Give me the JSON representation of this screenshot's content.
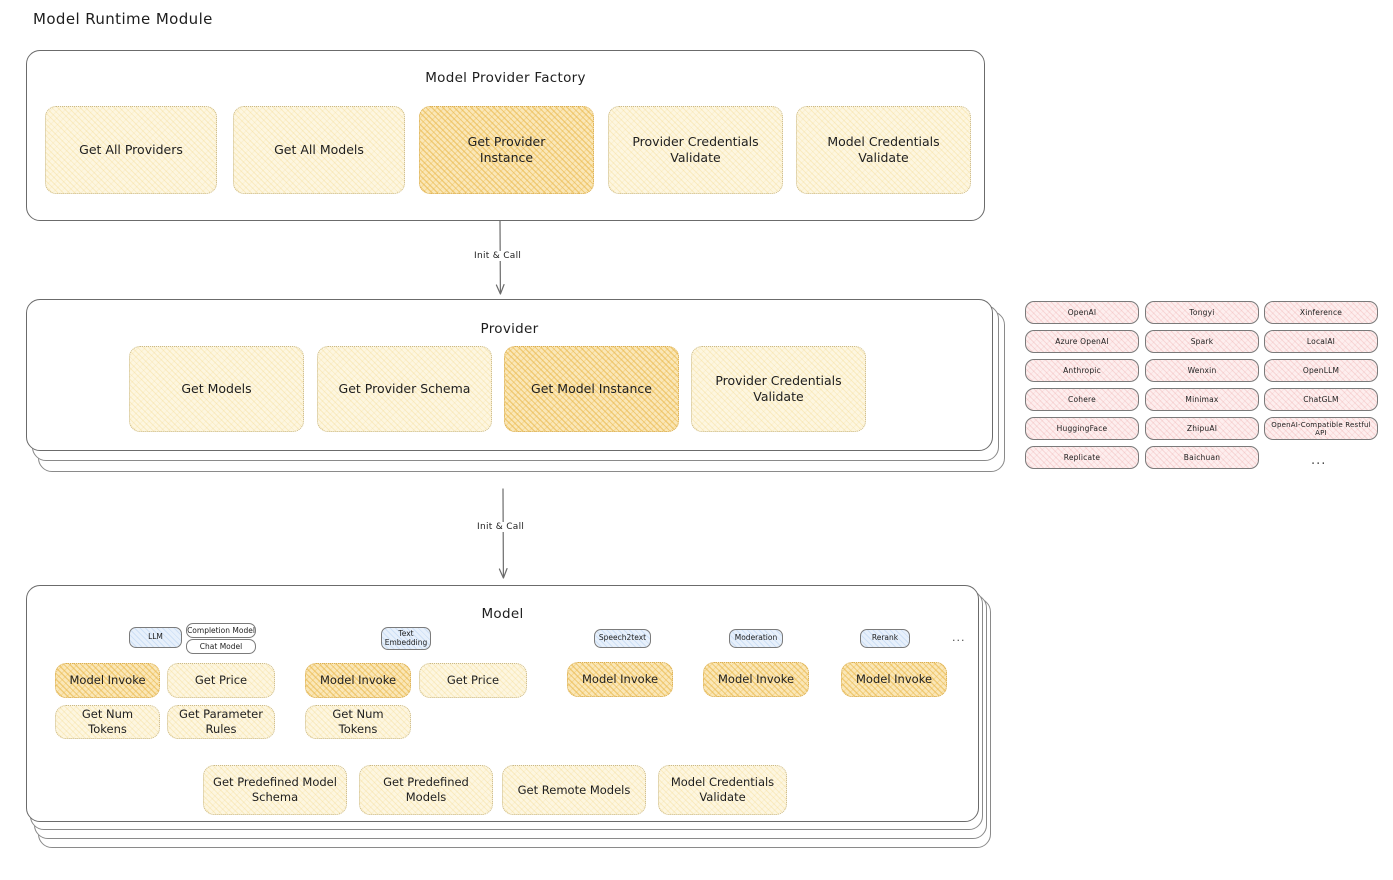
{
  "page": {
    "title": "Model Runtime Module"
  },
  "factory": {
    "title": "Model Provider Factory",
    "nodes": [
      {
        "label": "Get All Providers",
        "highlight": false
      },
      {
        "label": "Get All Models",
        "highlight": false
      },
      {
        "label": "Get Provider\nInstance",
        "highlight": true
      },
      {
        "label": "Provider Credentials\nValidate",
        "highlight": false
      },
      {
        "label": "Model Credentials\nValidate",
        "highlight": false
      }
    ]
  },
  "arrow_factory_to_provider": {
    "label": "Init & Call"
  },
  "provider": {
    "title": "Provider",
    "nodes": [
      {
        "label": "Get Models",
        "highlight": false
      },
      {
        "label": "Get Provider Schema",
        "highlight": false
      },
      {
        "label": "Get Model Instance",
        "highlight": true
      },
      {
        "label": "Provider Credentials\nValidate",
        "highlight": false
      }
    ]
  },
  "arrow_provider_to_model": {
    "label": "Init & Call"
  },
  "provider_list": {
    "columns": [
      [
        "OpenAI",
        "Azure OpenAI",
        "Anthropic",
        "Cohere",
        "HuggingFace",
        "Replicate"
      ],
      [
        "Tongyi",
        "Spark",
        "Wenxin",
        "Minimax",
        "ZhipuAI",
        "Baichuan"
      ],
      [
        "Xinference",
        "LocalAI",
        "OpenLLM",
        "ChatGLM",
        "OpenAI-Compatible Restful API"
      ]
    ],
    "more": "..."
  },
  "model": {
    "title": "Model",
    "more": "...",
    "types": [
      {
        "name": "LLM",
        "style": "blue",
        "subtypes": [
          "Completion Model",
          "Chat Model"
        ],
        "methods": [
          {
            "label": "Model Invoke",
            "highlight": true
          },
          {
            "label": "Get Price",
            "highlight": false
          },
          {
            "label": "Get Num Tokens",
            "highlight": false
          },
          {
            "label": "Get Parameter\nRules",
            "highlight": false
          }
        ]
      },
      {
        "name": "Text\nEmbedding",
        "style": "blue",
        "subtypes": [],
        "methods": [
          {
            "label": "Model Invoke",
            "highlight": true
          },
          {
            "label": "Get Price",
            "highlight": false
          },
          {
            "label": "Get Num Tokens",
            "highlight": false
          }
        ]
      },
      {
        "name": "Speech2text",
        "style": "blue",
        "subtypes": [],
        "methods": [
          {
            "label": "Model Invoke",
            "highlight": true
          }
        ]
      },
      {
        "name": "Moderation",
        "style": "blue",
        "subtypes": [],
        "methods": [
          {
            "label": "Model Invoke",
            "highlight": true
          }
        ]
      },
      {
        "name": "Rerank",
        "style": "blue",
        "subtypes": [],
        "methods": [
          {
            "label": "Model Invoke",
            "highlight": true
          }
        ]
      }
    ],
    "shared_methods": [
      {
        "label": "Get Predefined Model\nSchema"
      },
      {
        "label": "Get Predefined\nModels"
      },
      {
        "label": "Get Remote Models"
      },
      {
        "label": "Model Credentials\nValidate"
      }
    ]
  },
  "colors": {
    "node_cream": "#fdf6e0",
    "node_amber": "#fae7b8",
    "chip_pink": "#fdeeee",
    "chip_blue": "#e7f0fb",
    "stroke": "#6b6b6b",
    "text": "#1e1e1e"
  }
}
